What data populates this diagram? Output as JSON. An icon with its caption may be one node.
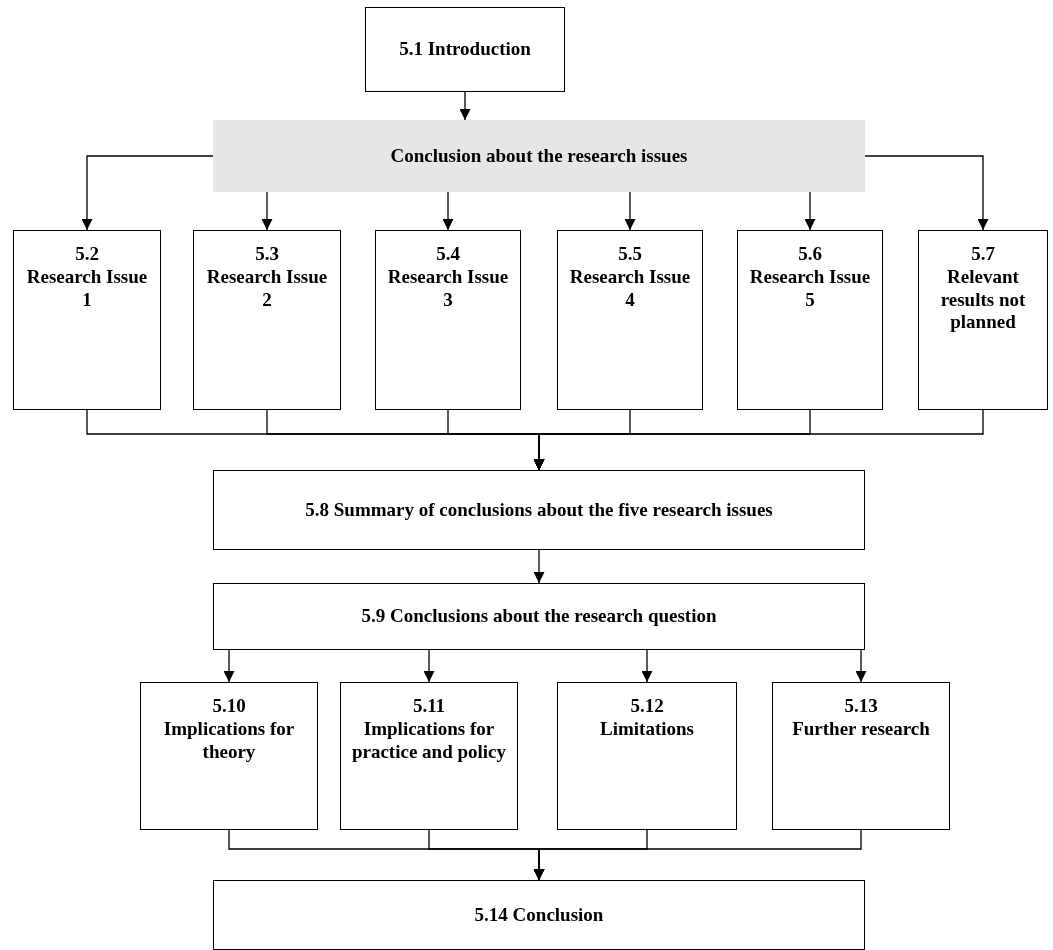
{
  "diagram": {
    "nodes": [
      {
        "text": [
          "5.1  Introduction"
        ]
      },
      {
        "text": [
          "Conclusion about the research issues"
        ]
      },
      {
        "text": [
          "5.2",
          "Research Issue 1"
        ]
      },
      {
        "text": [
          "5.3",
          "Research Issue 2"
        ]
      },
      {
        "text": [
          "5.4",
          "Research Issue 3"
        ]
      },
      {
        "text": [
          "5.5",
          "Research Issue 4"
        ]
      },
      {
        "text": [
          "5.6",
          "Research Issue 5"
        ]
      },
      {
        "text": [
          "5.7",
          "Relevant results not planned"
        ]
      },
      {
        "text": [
          "5.8  Summary of conclusions about the five research issues"
        ]
      },
      {
        "text": [
          "5.9  Conclusions about the research question"
        ]
      },
      {
        "text": [
          "5.10",
          "Implications for theory"
        ]
      },
      {
        "text": [
          "5.11",
          "Implications for practice and policy"
        ]
      },
      {
        "text": [
          "5.12",
          "Limitations"
        ]
      },
      {
        "text": [
          "5.13",
          "Further research"
        ]
      },
      {
        "text": [
          "5.14  Conclusion"
        ]
      }
    ],
    "edges": [
      {
        "from": 0,
        "to": 1,
        "arrow": "to"
      },
      {
        "from": 1,
        "to": 2,
        "arrow": "to"
      },
      {
        "from": 1,
        "to": 3,
        "arrow": "to"
      },
      {
        "from": 1,
        "to": 4,
        "arrow": "to"
      },
      {
        "from": 1,
        "to": 5,
        "arrow": "to"
      },
      {
        "from": 1,
        "to": 6,
        "arrow": "to"
      },
      {
        "from": 1,
        "to": 7,
        "arrow": "to"
      },
      {
        "from": 2,
        "to": 8,
        "arrow": "to"
      },
      {
        "from": 3,
        "to": 8,
        "arrow": "to"
      },
      {
        "from": 4,
        "to": 8,
        "arrow": "to"
      },
      {
        "from": 5,
        "to": 8,
        "arrow": "to"
      },
      {
        "from": 6,
        "to": 8,
        "arrow": "to"
      },
      {
        "from": 7,
        "to": 8,
        "arrow": "to"
      },
      {
        "from": 8,
        "to": 9,
        "arrow": "to"
      },
      {
        "from": 9,
        "to": 10,
        "arrow": "to"
      },
      {
        "from": 9,
        "to": 11,
        "arrow": "to"
      },
      {
        "from": 9,
        "to": 12,
        "arrow": "to"
      },
      {
        "from": 9,
        "to": 13,
        "arrow": "to"
      },
      {
        "from": 10,
        "to": 14,
        "arrow": "to"
      },
      {
        "from": 11,
        "to": 14,
        "arrow": "to"
      },
      {
        "from": 12,
        "to": 14,
        "arrow": "to"
      },
      {
        "from": 13,
        "to": 14,
        "arrow": "to"
      }
    ]
  }
}
